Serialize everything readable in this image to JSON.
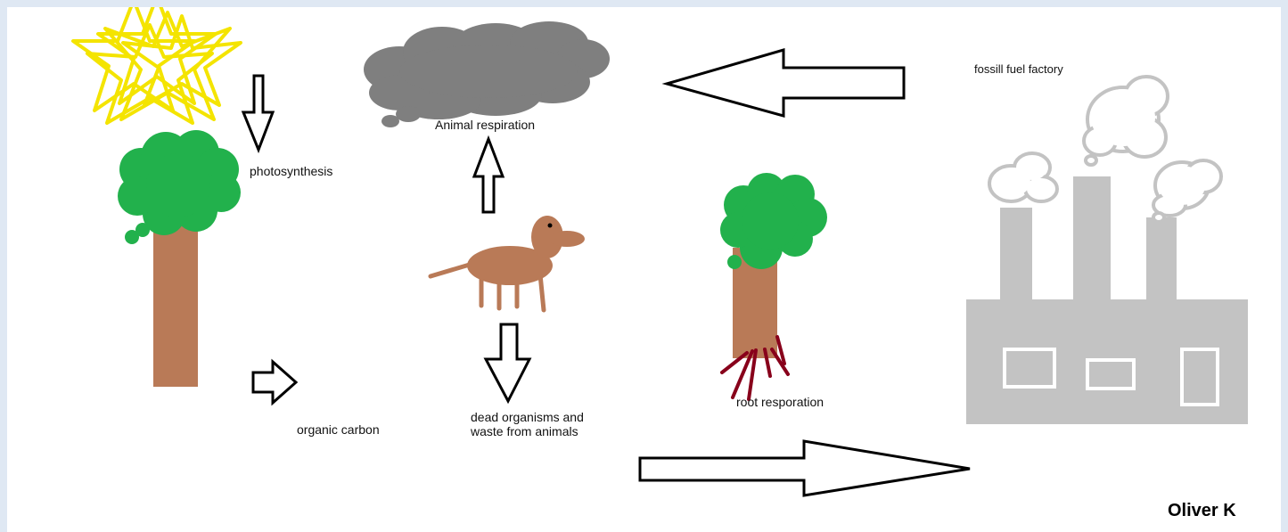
{
  "labels": {
    "photosynthesis": "photosynthesis",
    "animal_respiration": "Animal respiration",
    "fossil_factory": "fossill fuel factory",
    "organic_carbon": "organic carbon",
    "dead_organisms": "dead organisms and waste from animals",
    "root_respiration": "root resporation"
  },
  "author": "Oliver K",
  "colors": {
    "sun": "#f4e400",
    "foliage": "#22b14c",
    "trunk": "#b97a57",
    "cloud": "#7f7f7f",
    "factory": "#c3c3c3",
    "roots": "#88001b",
    "arrow_stroke": "#000000",
    "background": "#dfe8f3"
  },
  "icons": [
    "sun-icon",
    "tree-icon",
    "cloud-icon",
    "animal-icon",
    "factory-icon",
    "arrow-icon"
  ]
}
